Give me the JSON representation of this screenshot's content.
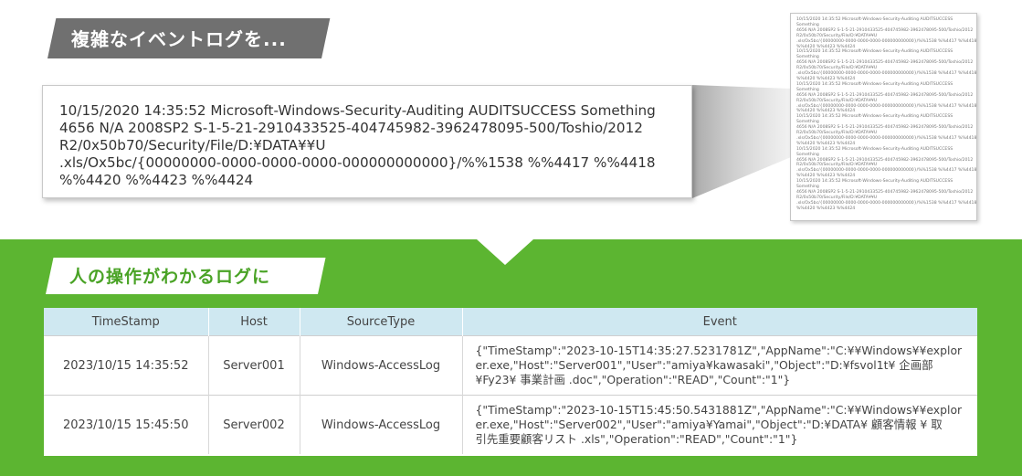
{
  "top_banner": {
    "label": "複雑なイベントログを..."
  },
  "raw_log": {
    "lines": [
      "10/15/2020 14:35:52 Microsoft-Windows-Security-Auditing AUDITSUCCESS Something",
      "4656 N/A 2008SP2 S-1-5-21-2910433525-404745982-3962478095-500/Toshio/2012",
      "R2/0x50b70/Security/File/D:¥DATA¥¥U",
      ".xls/Ox5bc/{00000000-0000-0000-0000-000000000000}/%%1538 %%4417 %%4418",
      "%%4420 %%4423 %%4424"
    ]
  },
  "doc_thumbnail": {
    "lines": [
      "10/15/2020 14:35:52 Microsoft-Windows-Security-Auditing AUDITSUCCESS",
      "Something",
      "4656 N/A 2008SP2 S-1-5-21-2910433525-404745982-3962478095-500/Toshio/2012",
      "R2/0x50b70/Security/File/D:¥DATA¥¥U",
      ".xls/Ox5bc/{00000000-0000-0000-0000-000000000000}/%%1538 %%4417 %%4418",
      "%%4420 %%4423 %%4424",
      "10/15/2020 14:35:52 Microsoft-Windows-Security-Auditing AUDITSUCCESS",
      "Something",
      "4656 N/A 2008SP2 S-1-5-21-2910433525-404745982-3962478095-500/Toshio/2012",
      "R2/0x50b70/Security/File/D:¥DATA¥¥U",
      ".xls/Ox5bc/{00000000-0000-0000-0000-000000000000}/%%1538 %%4417 %%4418",
      "%%4420 %%4423 %%4424",
      "10/15/2020 14:35:52 Microsoft-Windows-Security-Auditing AUDITSUCCESS",
      "Something",
      "4656 N/A 2008SP2 S-1-5-21-2910433525-404745982-3962478095-500/Toshio/2012",
      "R2/0x50b70/Security/File/D:¥DATA¥¥U",
      ".xls/Ox5bc/{00000000-0000-0000-0000-000000000000}/%%1538 %%4417 %%4418",
      "%%4420 %%4423 %%4424",
      "10/15/2020 14:35:52 Microsoft-Windows-Security-Auditing AUDITSUCCESS",
      "Something",
      "4656 N/A 2008SP2 S-1-5-21-2910433525-404745982-3962478095-500/Toshio/2012",
      "R2/0x50b70/Security/File/D:¥DATA¥¥U",
      ".xls/Ox5bc/{00000000-0000-0000-0000-000000000000}/%%1538 %%4417 %%4418",
      "%%4420 %%4423 %%4424",
      "10/15/2020 14:35:52 Microsoft-Windows-Security-Auditing AUDITSUCCESS",
      "Something",
      "4656 N/A 2008SP2 S-1-5-21-2910433525-404745982-3962478095-500/Toshio/2012",
      "R2/0x50b70/Security/File/D:¥DATA¥¥U",
      ".xls/Ox5bc/{00000000-0000-0000-0000-000000000000}/%%1538 %%4417 %%4418",
      "%%4420 %%4423 %%4424",
      "10/15/2020 14:35:52 Microsoft-Windows-Security-Auditing AUDITSUCCESS",
      "Something",
      "4656 N/A 2008SP2 S-1-5-21-2910433525-404745982-3962478095-500/Toshio/2012",
      "R2/0x50b70/Security/File/D:¥DATA¥¥U",
      ".xls/Ox5bc/{00000000-0000-0000-0000-000000000000}/%%1538 %%4417 %%4418",
      "%%4420 %%4423 %%4424"
    ]
  },
  "bottom_banner": {
    "label": "人の操作がわかるログに"
  },
  "table": {
    "headers": [
      "TimeStamp",
      "Host",
      "SourceType",
      "Event"
    ],
    "rows": [
      {
        "timestamp": "2023/10/15  14:35:52",
        "host": "Server001",
        "source_type": "Windows-AccessLog",
        "event_lines": [
          "{\"TimeStamp\":\"2023-10-15T14:35:27.5231781Z\",\"AppName\":\"C:¥¥Windows¥¥explor",
          "er.exe,\"Host\":\"Server001\",\"User\":\"amiya¥kawasaki\",\"Object\":\"D:¥fsvol1t¥ 企画部",
          "¥Fy23¥ 事業計画 .doc\",\"Operation\":\"READ\",\"Count\":\"1\"}"
        ]
      },
      {
        "timestamp": "2023/10/15  15:45:50",
        "host": "Server002",
        "source_type": "Windows-AccessLog",
        "event_lines": [
          "{\"TimeStamp\":\"2023-10-15T15:45:50.5431881Z\",\"AppName\":\"C:¥¥Windows¥¥explor",
          "er.exe,\"Host\":\"Server002\",\"User\":\"amiya¥Yamai\",\"Object\":\"D:¥DATA¥ 顧客情報 ¥ 取",
          "引先重要顧客リスト .xls\",\"Operation\":\"READ\",\"Count\":\"1\"}"
        ]
      }
    ]
  }
}
